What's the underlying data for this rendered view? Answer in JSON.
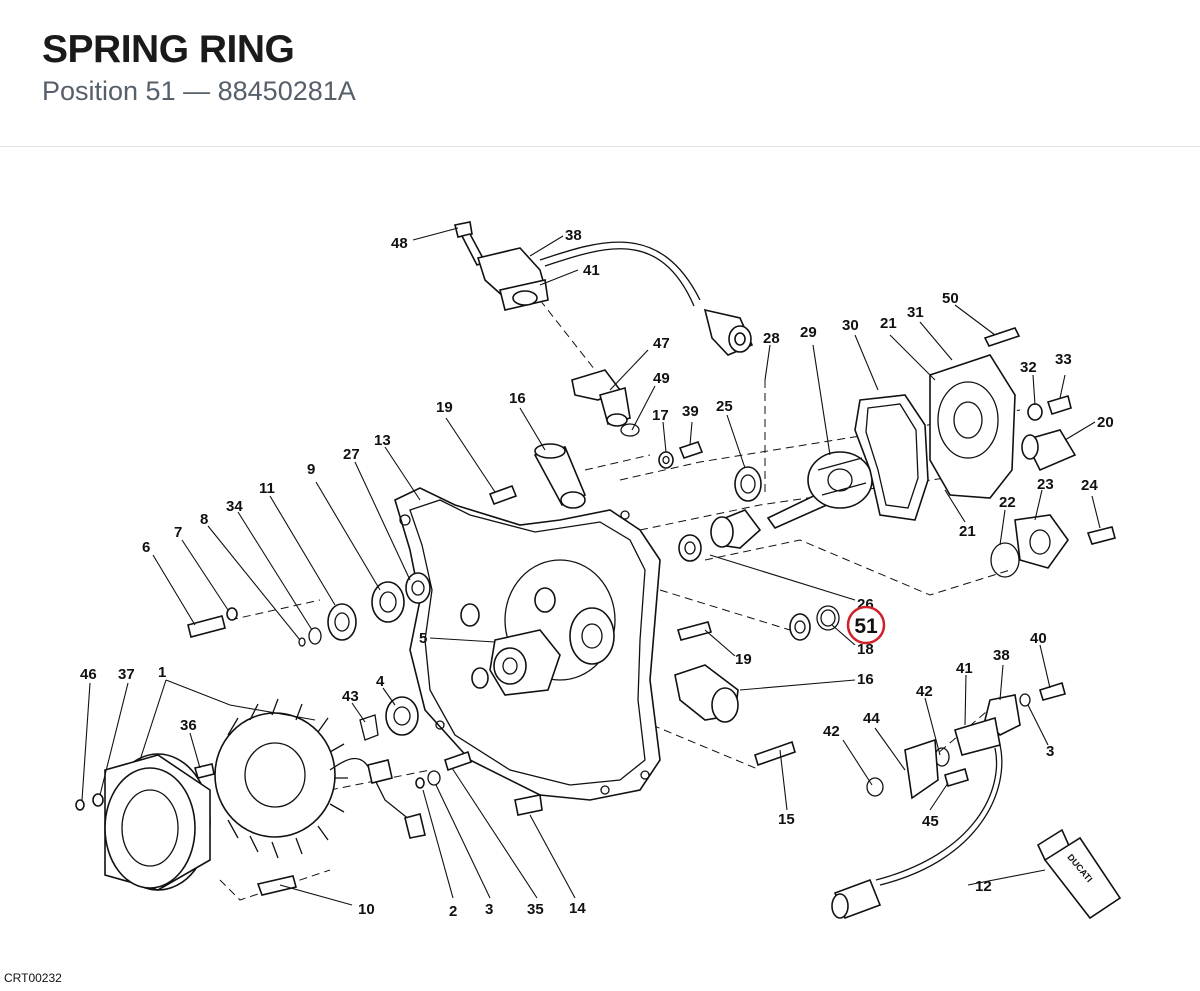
{
  "header": {
    "title": "SPRING RING",
    "position_label": "Position 51",
    "separator": "—",
    "part_number": "88450281A"
  },
  "diagram": {
    "highlighted_callout": "51",
    "highlight_color": "#d0202a",
    "code": "CRT00232",
    "callouts": [
      {
        "label": "48"
      },
      {
        "label": "38"
      },
      {
        "label": "41"
      },
      {
        "label": "47"
      },
      {
        "label": "49"
      },
      {
        "label": "28"
      },
      {
        "label": "29"
      },
      {
        "label": "30"
      },
      {
        "label": "21"
      },
      {
        "label": "31"
      },
      {
        "label": "50"
      },
      {
        "label": "32"
      },
      {
        "label": "33"
      },
      {
        "label": "20"
      },
      {
        "label": "17"
      },
      {
        "label": "39"
      },
      {
        "label": "25"
      },
      {
        "label": "19"
      },
      {
        "label": "16"
      },
      {
        "label": "13"
      },
      {
        "label": "27"
      },
      {
        "label": "9"
      },
      {
        "label": "11"
      },
      {
        "label": "34"
      },
      {
        "label": "8"
      },
      {
        "label": "7"
      },
      {
        "label": "6"
      },
      {
        "label": "22"
      },
      {
        "label": "23"
      },
      {
        "label": "24"
      },
      {
        "label": "21"
      },
      {
        "label": "26"
      },
      {
        "label": "18"
      },
      {
        "label": "5"
      },
      {
        "label": "19"
      },
      {
        "label": "16"
      },
      {
        "label": "46"
      },
      {
        "label": "37"
      },
      {
        "label": "1"
      },
      {
        "label": "43"
      },
      {
        "label": "4"
      },
      {
        "label": "36"
      },
      {
        "label": "40"
      },
      {
        "label": "38"
      },
      {
        "label": "41"
      },
      {
        "label": "42"
      },
      {
        "label": "3"
      },
      {
        "label": "42"
      },
      {
        "label": "44"
      },
      {
        "label": "45"
      },
      {
        "label": "15"
      },
      {
        "label": "12"
      },
      {
        "label": "10"
      },
      {
        "label": "2"
      },
      {
        "label": "3"
      },
      {
        "label": "35"
      },
      {
        "label": "14"
      }
    ]
  }
}
